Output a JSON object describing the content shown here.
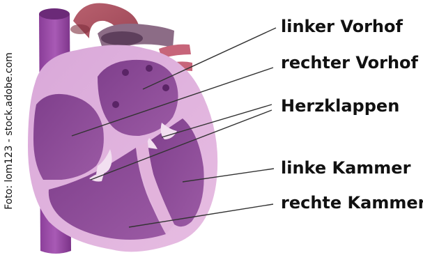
{
  "credit": "Foto: lom123 - stock.adobe.com",
  "labels": {
    "linker_vorhof": "linker Vorhof",
    "rechter_vorhof": "rechter Vorhof",
    "herzklappen": "Herzklappen",
    "linke_kammer": "linke Kammer",
    "rechte_kammer": "rechte Kammer"
  }
}
